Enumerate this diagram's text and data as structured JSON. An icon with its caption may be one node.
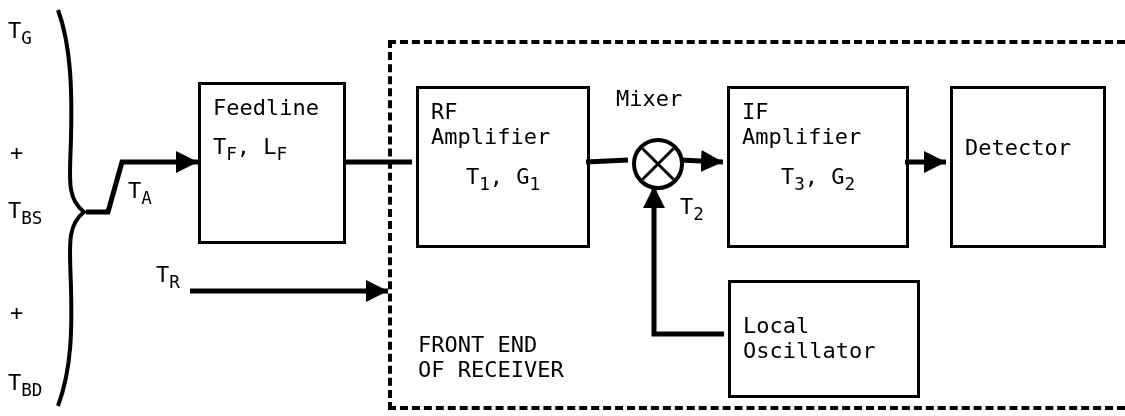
{
  "diagram": {
    "nodes": [
      {
        "text": [
          "T$_{G}$",
          "+",
          "T$_{BS}$",
          "+",
          "T$_{BD}$"
        ]
      },
      {
        "text": [
          "Feedline",
          "T$_{F}$, L$_{F}$"
        ]
      },
      {
        "text": [
          "FRONT END OF RECEIVER"
        ]
      },
      {
        "text": [
          "RF Amplifier",
          "T$_{1}$, G$_{1}$"
        ],
        "in": 2
      },
      {
        "text": [],
        "shape": "circle",
        "in": 2,
        "beside": [
          "Mixer",
          "T$_{2}$"
        ]
      },
      {
        "text": [
          "IF Amplifier",
          "T$_{3}$, G$_{2}$"
        ],
        "in": 2
      },
      {
        "text": [
          "Detector"
        ],
        "in": 2
      },
      {
        "text": [
          "Local Oscillator"
        ],
        "in": 2
      },
      {
        "text": [
          "T$_{R}$"
        ]
      }
    ],
    "edges": [
      {
        "from": 0,
        "to": 1,
        "arrow": "to",
        "label": "T$_{A}$"
      },
      {
        "from": 1,
        "to": 3,
        "arrow": "none"
      },
      {
        "from": 3,
        "to": 4,
        "arrow": "none"
      },
      {
        "from": 4,
        "to": 5,
        "arrow": "to"
      },
      {
        "from": 5,
        "to": 6,
        "arrow": "to"
      },
      {
        "from": 7,
        "to": 4,
        "arrow": "to"
      },
      {
        "from": 8,
        "to": 2,
        "arrow": "to"
      }
    ]
  }
}
